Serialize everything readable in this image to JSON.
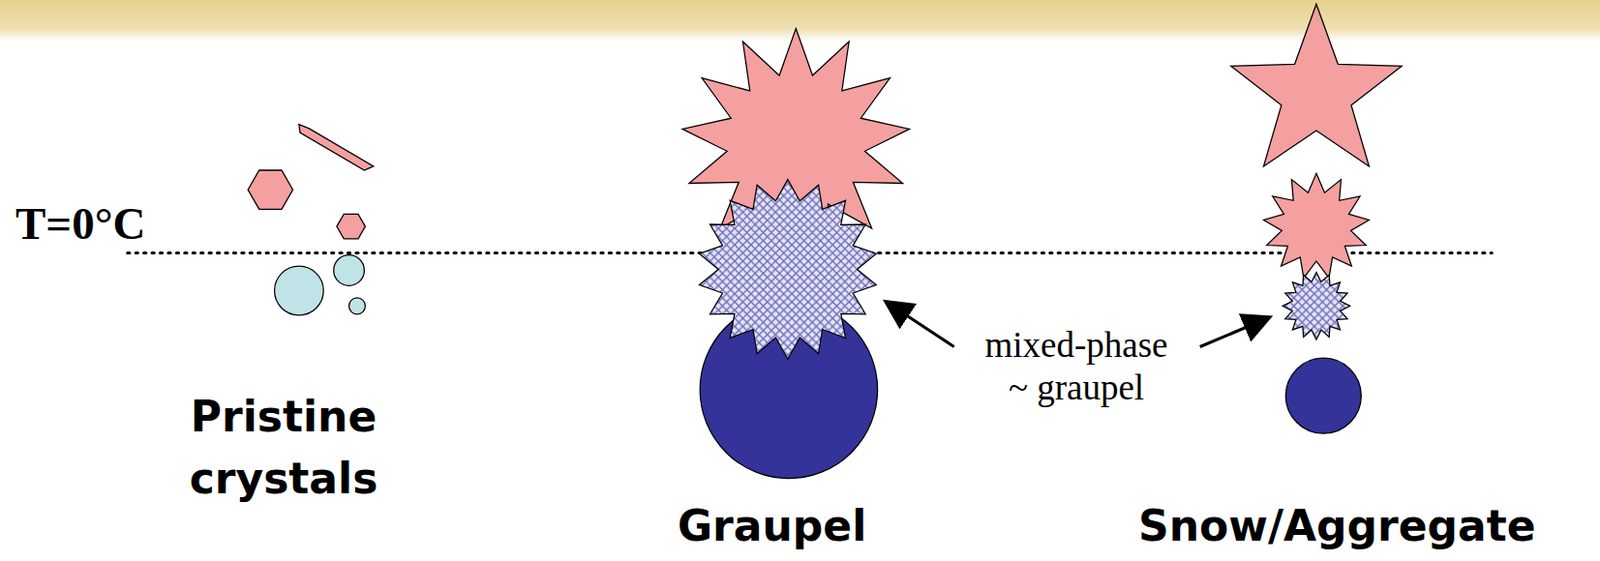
{
  "diagram": {
    "labels": [
      "T=0°C",
      "Pristine crystals",
      "Graupel",
      "Snow/Aggregate",
      "mixed-phase ~ graupel"
    ]
  }
}
